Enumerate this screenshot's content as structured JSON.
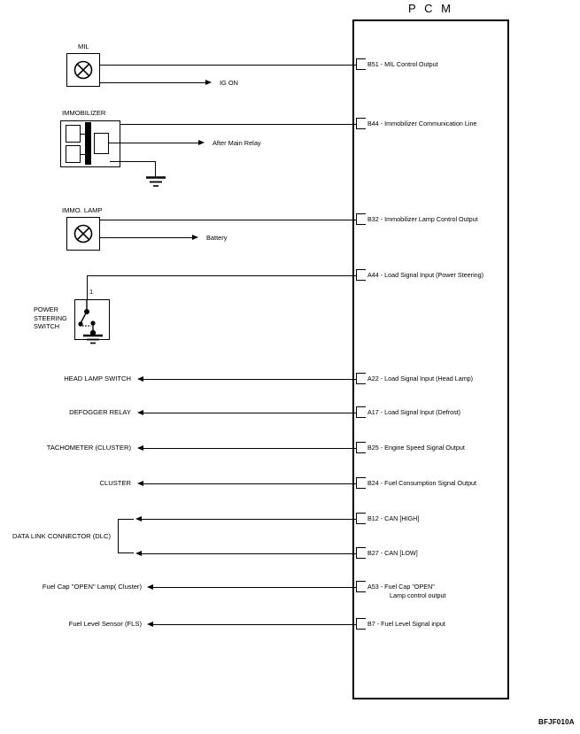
{
  "module": {
    "title": "P C M"
  },
  "pins": [
    {
      "id": "B51",
      "text": "B51 - MIL Control Output"
    },
    {
      "id": "B44",
      "text": "B44 - Immobilizer Communication Line"
    },
    {
      "id": "B32",
      "text": "B32 - Immobilizer Lamp Control Output"
    },
    {
      "id": "A44",
      "text": "A44 - Load Signal Input (Power Steering)"
    },
    {
      "id": "A22",
      "text": "A22 - Load Signal Input (Head Lamp)"
    },
    {
      "id": "A17",
      "text": "A17 - Load Signal Input (Defrost)"
    },
    {
      "id": "B25",
      "text": "B25 - Engine Speed Signal Output"
    },
    {
      "id": "B24",
      "text": "B24 - Fuel Consumption Signal Output"
    },
    {
      "id": "B12",
      "text": "B12 - CAN [HIGH]"
    },
    {
      "id": "B27",
      "text": "B27 - CAN [LOW]"
    },
    {
      "id": "A53",
      "text": "A53 - Fuel Cap \"OPEN\"",
      "text2": "Lamp control output"
    },
    {
      "id": "B7",
      "text": "B7 - Fuel Level Signal input"
    }
  ],
  "components": {
    "mil": {
      "label": "MIL"
    },
    "immobilizer": {
      "label": "IMMOBILIZER"
    },
    "immo_lamp": {
      "label": "IMMO. LAMP"
    },
    "power_steering": {
      "line1": "POWER",
      "line2": "STEERING",
      "line3": "SWITCH",
      "pin_number": "1"
    }
  },
  "destinations": {
    "ig_on": "IG ON",
    "after_main_relay": "After Main Relay",
    "battery": "Battery"
  },
  "left_labels": [
    {
      "text": "HEAD LAMP SWITCH"
    },
    {
      "text": "DEFOGGER RELAY"
    },
    {
      "text": "TACHOMETER (CLUSTER)"
    },
    {
      "text": "CLUSTER"
    },
    {
      "text": "DATA LINK CONNECTOR (DLC)"
    },
    {
      "text": "Fuel Cap \"OPEN\" Lamp( Cluster)"
    },
    {
      "text": "Fuel Level Sensor (FLS)"
    }
  ],
  "footer": {
    "doc_code": "BFJF010A"
  },
  "colors": {
    "line": "#000000",
    "background": "#ffffff"
  }
}
